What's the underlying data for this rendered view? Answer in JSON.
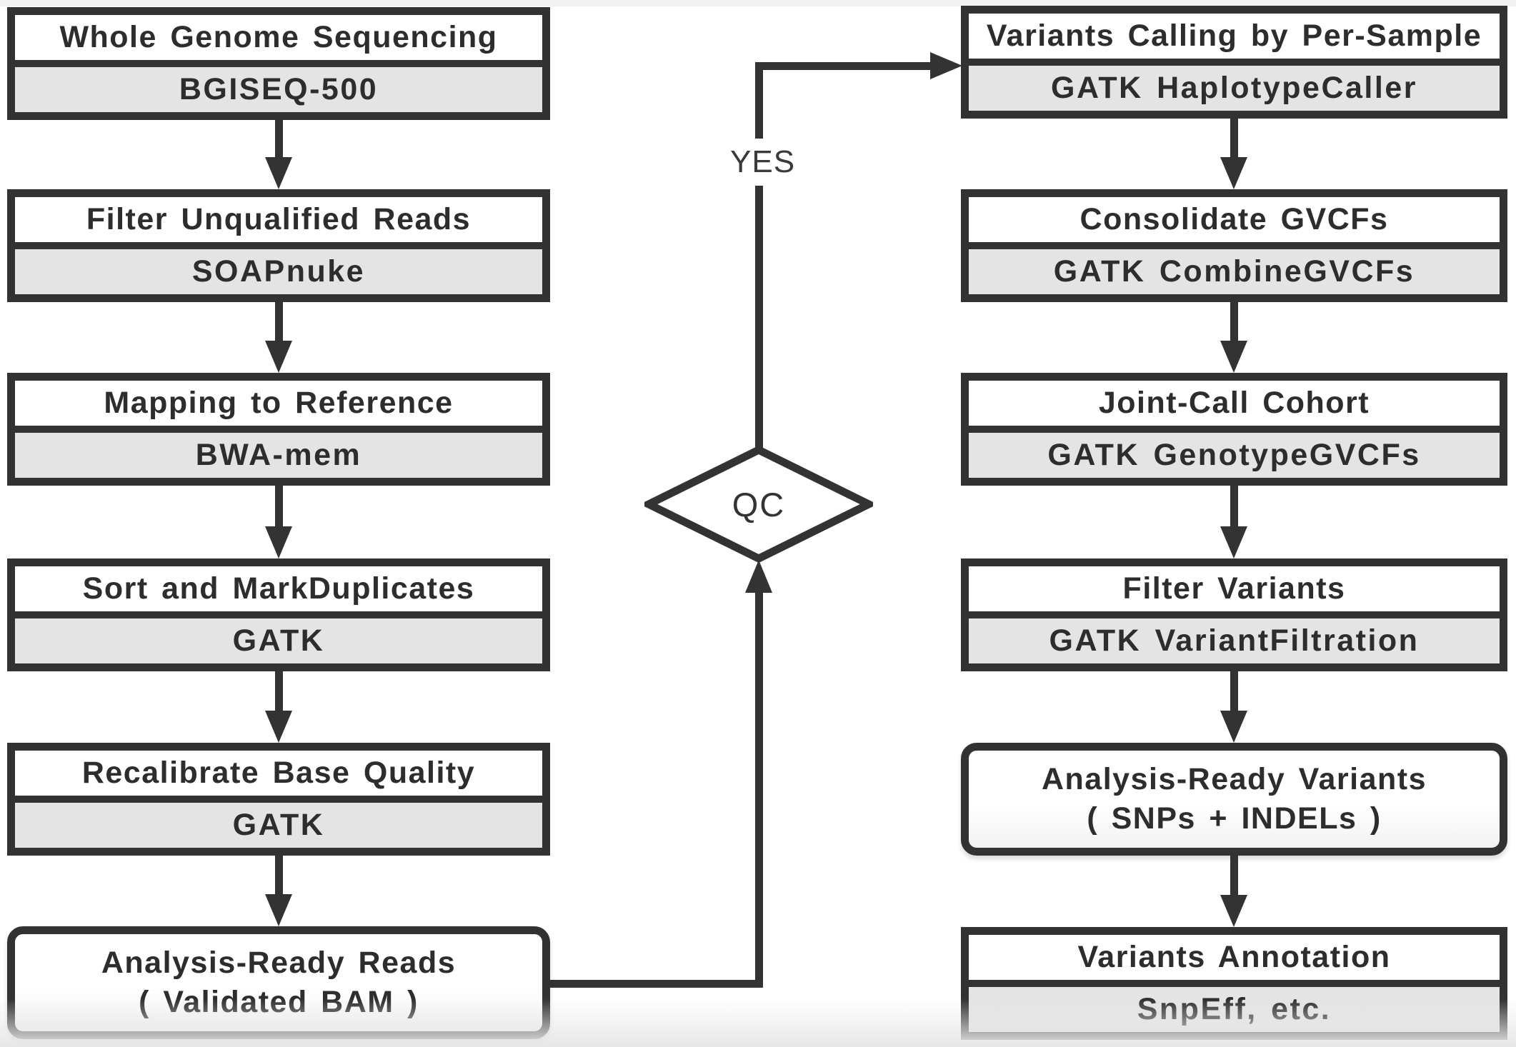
{
  "palette": {
    "border": "#323232",
    "arrow": "#333333",
    "text": "#2d2d2d",
    "tool_fill": "#e4e4e4",
    "box_fill": "#ffffff"
  },
  "left_pipeline": {
    "steps": [
      {
        "title": "Whole Genome Sequencing",
        "tool": "BGISEQ-500"
      },
      {
        "title": "Filter Unqualified Reads",
        "tool": "SOAPnuke"
      },
      {
        "title": "Mapping to Reference",
        "tool": "BWA-mem"
      },
      {
        "title": "Sort and MarkDuplicates",
        "tool": "GATK"
      },
      {
        "title": "Recalibrate Base Quality",
        "tool": "GATK"
      }
    ],
    "result": {
      "line1": "Analysis-Ready Reads",
      "line2": "( Validated BAM )"
    }
  },
  "decision": {
    "label": "QC",
    "branch_label": "YES"
  },
  "right_pipeline": {
    "steps": [
      {
        "title": "Variants Calling by Per-Sample",
        "tool": "GATK HaplotypeCaller"
      },
      {
        "title": "Consolidate GVCFs",
        "tool": "GATK CombineGVCFs"
      },
      {
        "title": "Joint-Call Cohort",
        "tool": "GATK GenotypeGVCFs"
      },
      {
        "title": "Filter Variants",
        "tool": "GATK VariantFiltration"
      }
    ],
    "result": {
      "line1": "Analysis-Ready Variants",
      "line2": "( SNPs + INDELs )"
    },
    "annotation": {
      "title": "Variants Annotation",
      "tool": "SnpEff, etc."
    }
  }
}
